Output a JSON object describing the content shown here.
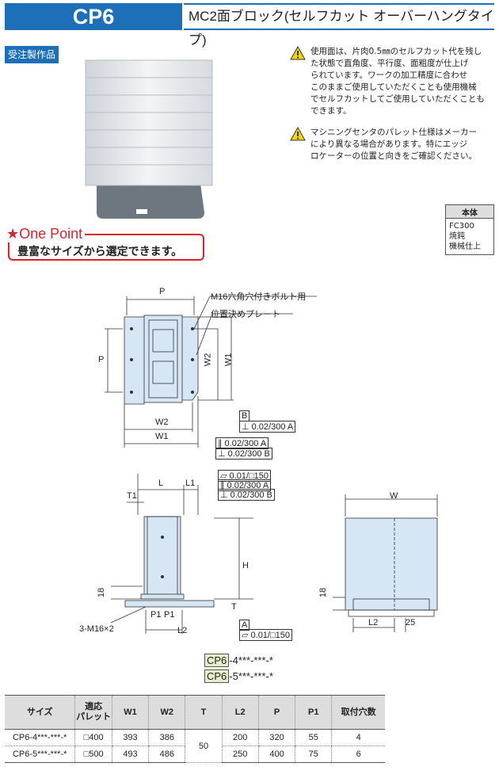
{
  "header": {
    "code": "CP6",
    "title": "MC2面ブロック(セルフカット オーバーハングタイプ)"
  },
  "badge": "受注製作品",
  "notes": [
    [
      "使用面は、片肉0.5㎜のセルフカット代を残し",
      "た状態で直角度、平行度、面粗度が仕上げ",
      "られています。ワークの加工精度に合わせ",
      "このままご使用していただくことも使用機械",
      "でセルフカットしてご使用していただくことも",
      "できます。"
    ],
    [
      "マシニングセンタのパレット仕様はメーカー",
      "により異なる場合があります。特にエッジ",
      "ロケーターの位置と向きをご確認ください。"
    ]
  ],
  "material": {
    "header": "本体",
    "lines": [
      "FC300",
      "焼鈍",
      "機械仕上"
    ]
  },
  "one_point": {
    "title": "★One Point",
    "text": "豊富なサイズから選定できます。"
  },
  "top_view": {
    "P": "P",
    "P_side": "P",
    "W1": "W1",
    "W2": "W2",
    "bolt_label": "M16六角穴付きボルト用",
    "plate_label": "位置決めプレート",
    "tol_B": "B",
    "tol_B_row": "⊥ 0.02/300 A",
    "tol_rows": [
      "∥ 0.02/300 A",
      "⊥ 0.02/300 B"
    ]
  },
  "side_view": {
    "tol_rows": [
      "▱ 0.01/□150",
      "∥ 0.02/300 A",
      "⊥ 0.02/300 B"
    ],
    "L": "L",
    "L1": "L1",
    "T1": "T1",
    "H": "H",
    "h18": "18",
    "T": "T",
    "bolt": "3-M16×2",
    "P1a": "P1",
    "P1b": "P1",
    "L2": "L2",
    "datum": "A",
    "flat": "▱ 0.01/□150"
  },
  "front_view": {
    "W": "W",
    "h18": "18",
    "L2": "L2",
    "d25": "25"
  },
  "codes": [
    {
      "prefix": "CP6",
      "suffix": "-4***-***-*"
    },
    {
      "prefix": "CP6",
      "suffix": "-5***-***-*"
    }
  ],
  "spec": {
    "headers": [
      "サイズ",
      "適応\nパレット",
      "W1",
      "W2",
      "T",
      "L2",
      "P",
      "P1",
      "取付穴数"
    ],
    "rows": [
      [
        "CP6-4***-***-*",
        "□400",
        "393",
        "386",
        "200",
        "320",
        "55",
        "4"
      ],
      [
        "CP6-5***-***-*",
        "□500",
        "493",
        "486",
        "250",
        "400",
        "75",
        "6"
      ]
    ],
    "T_shared": "50"
  }
}
